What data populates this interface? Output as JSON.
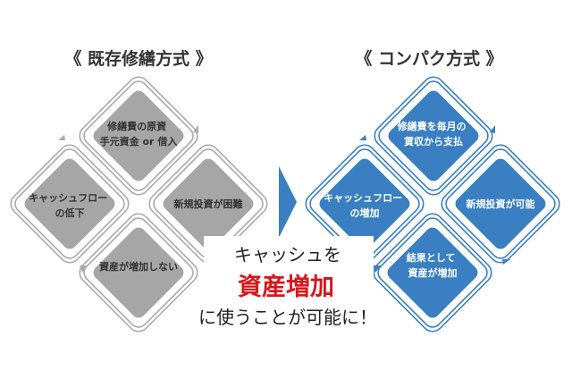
{
  "left": {
    "title": "《 既存修繕方式 》",
    "cells": {
      "top": [
        "修繕費の原資",
        "手元資金 or 借入"
      ],
      "right": [
        "新規投資が困難"
      ],
      "bottom": [
        "資産が増加しない"
      ],
      "left": [
        "キャッシュフロー",
        "の低下"
      ]
    }
  },
  "right": {
    "title": "《 コンパク方式 》",
    "cells": {
      "top": [
        "修繕費を毎月の",
        "賃収から支払"
      ],
      "right": [
        "新規投資が可能"
      ],
      "bottom": [
        "結果として",
        "資産が増加"
      ],
      "left": [
        "キャッシュフロー",
        "の増加"
      ]
    }
  },
  "message": {
    "line1": "キャッシュを",
    "line2": "資産増加",
    "line3": "に使うことが可能に！"
  },
  "colors": {
    "gray": "#a6a6a6",
    "blue": "#3a7fc1",
    "red": "#d7161b"
  }
}
